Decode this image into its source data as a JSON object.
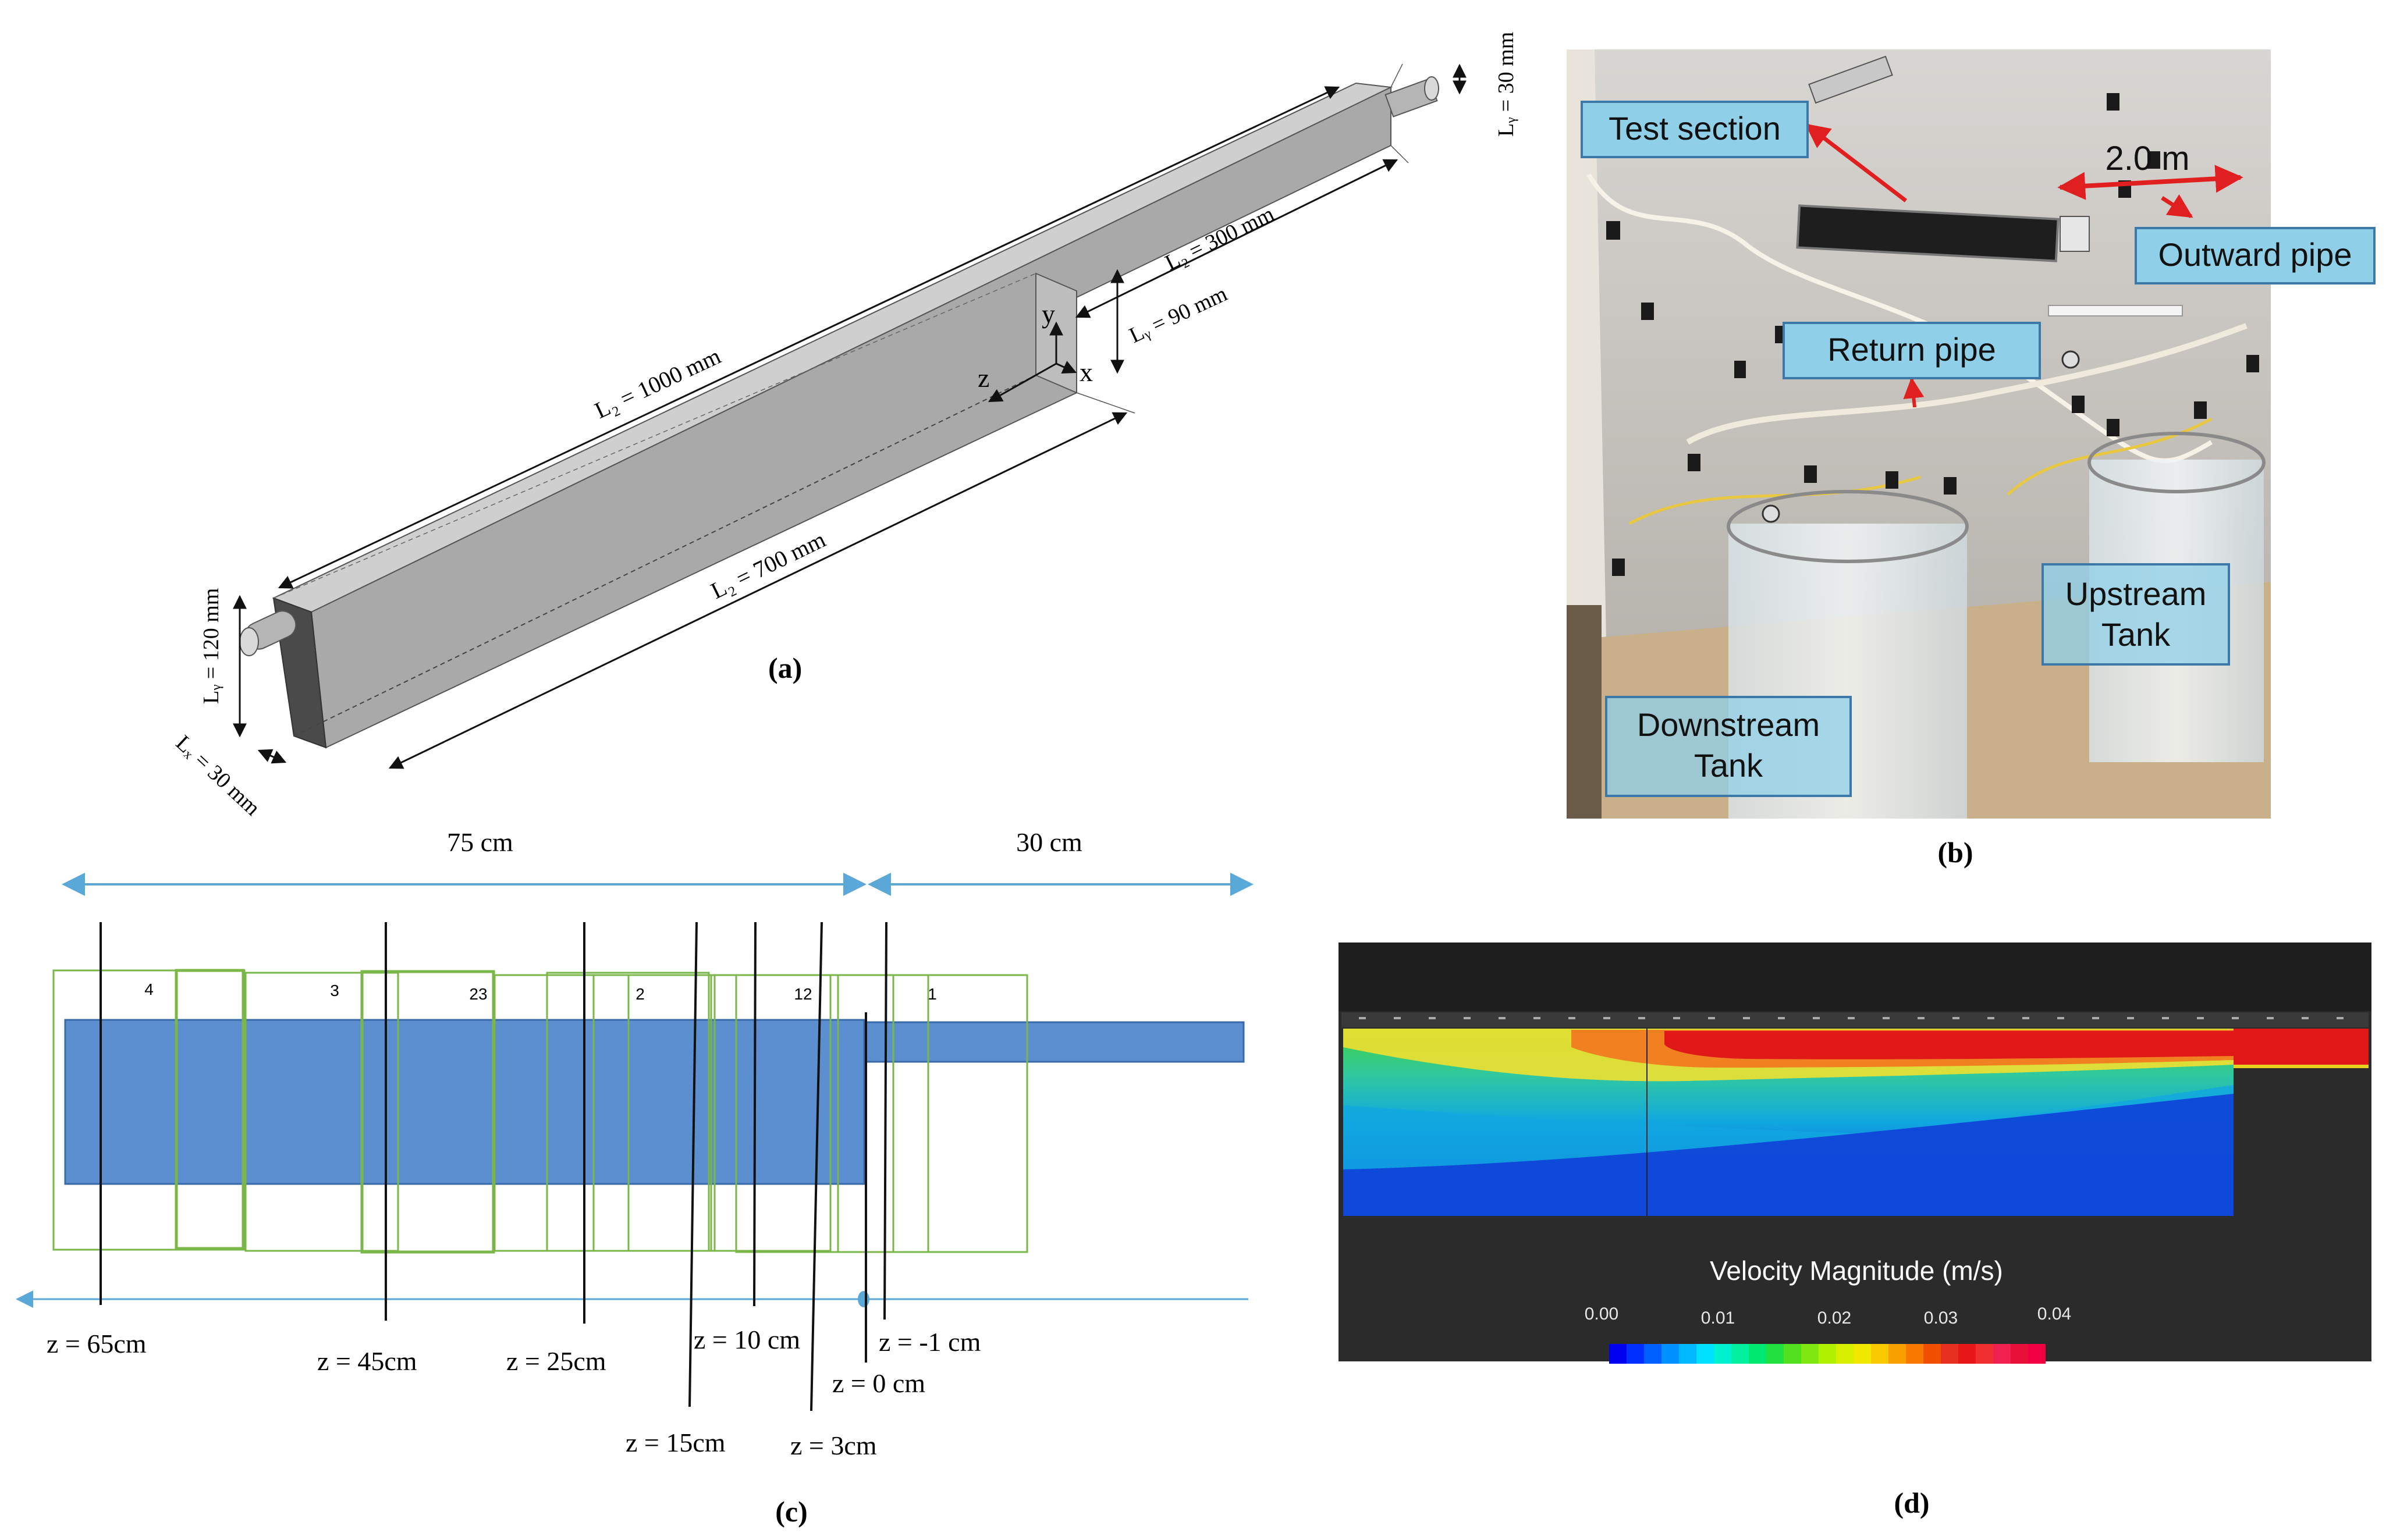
{
  "panels": {
    "a": {
      "caption": "(a)",
      "dims": {
        "lz_total": "L₂ = 1000 mm",
        "lz_700": "L₂ = 700 mm",
        "lz_300": "L₂ = 300 mm",
        "ly_120": "Lᵧ = 120 mm",
        "ly_90": "Lᵧ = 90 mm",
        "ly_30": "Lᵧ = 30 mm",
        "lx_30": "Lₓ = 30 mm"
      },
      "axes": {
        "x": "x",
        "y": "y",
        "z": "z"
      }
    },
    "b": {
      "caption": "(b)",
      "labels": {
        "test_section": "Test section",
        "distance": "2.0 m",
        "outward_pipe": "Outward pipe",
        "return_pipe": "Return pipe",
        "upstream_tank": [
          "Upstream",
          "Tank"
        ],
        "downstream_tank": [
          "Downstream",
          "Tank"
        ]
      }
    },
    "c": {
      "caption": "(c)",
      "spans": {
        "left": "75 cm",
        "right": "30 cm"
      },
      "zone_labels": [
        "4",
        "3",
        "23",
        "2",
        "12",
        "1"
      ],
      "positions": [
        "z = 65cm",
        "z = 45cm",
        "z = 25cm",
        "z = 15cm",
        "z = 10 cm",
        "z = 3cm",
        "z = 0 cm",
        "z = -1 cm"
      ]
    },
    "d": {
      "caption": "(d)",
      "legend_title": "Velocity Magnitude (m/s)",
      "legend_ticks": [
        "0.00",
        "0.01",
        "0.02",
        "0.03",
        "0.04"
      ]
    }
  },
  "colors": {
    "duct_gray": "#a9a9a9",
    "channel_blue": "#5b8fd0",
    "zone_green": "#7ab648",
    "label_box": "#8fd0e8",
    "arrow_red": "#e02020",
    "plot_bg": "#2b2b2b"
  }
}
